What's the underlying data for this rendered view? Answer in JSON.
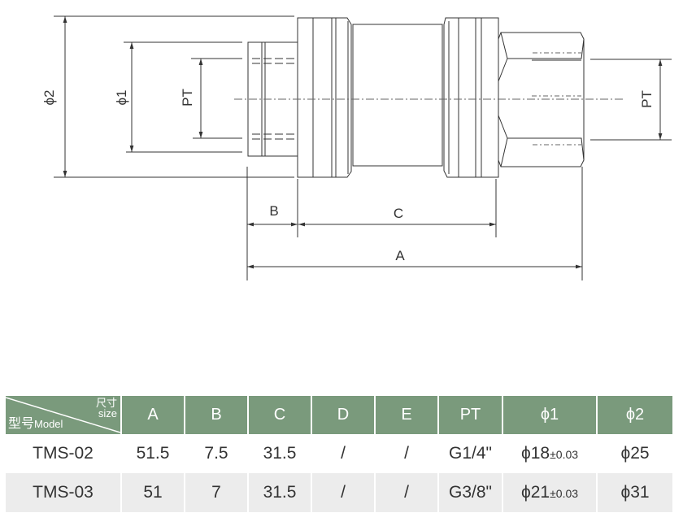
{
  "drawing": {
    "labels": {
      "phi2": "ϕ2",
      "phi1": "ϕ1",
      "pt_left": "PT",
      "pt_right": "PT",
      "b": "B",
      "c": "C",
      "a": "A"
    }
  },
  "table": {
    "corner": {
      "size_cn": "尺寸",
      "size_en": "size",
      "model_cn": "型号",
      "model_en": "Model"
    },
    "headers": [
      "A",
      "B",
      "C",
      "D",
      "E",
      "PT",
      "ϕ1",
      "ϕ2"
    ],
    "rows": [
      {
        "model": "TMS-02",
        "a": "51.5",
        "b": "7.5",
        "c": "31.5",
        "d": "/",
        "e": "/",
        "pt": "G1/4\"",
        "phi1": "ϕ18",
        "phi1_tol": "±0.03",
        "phi2": "ϕ25"
      },
      {
        "model": "TMS-03",
        "a": "51",
        "b": "7",
        "c": "31.5",
        "d": "/",
        "e": "/",
        "pt": "G3/8\"",
        "phi1": "ϕ21",
        "phi1_tol": "±0.03",
        "phi2": "ϕ31"
      }
    ],
    "colors": {
      "header_bg": "#7a9a7c",
      "alt_row": "#ececec"
    }
  }
}
